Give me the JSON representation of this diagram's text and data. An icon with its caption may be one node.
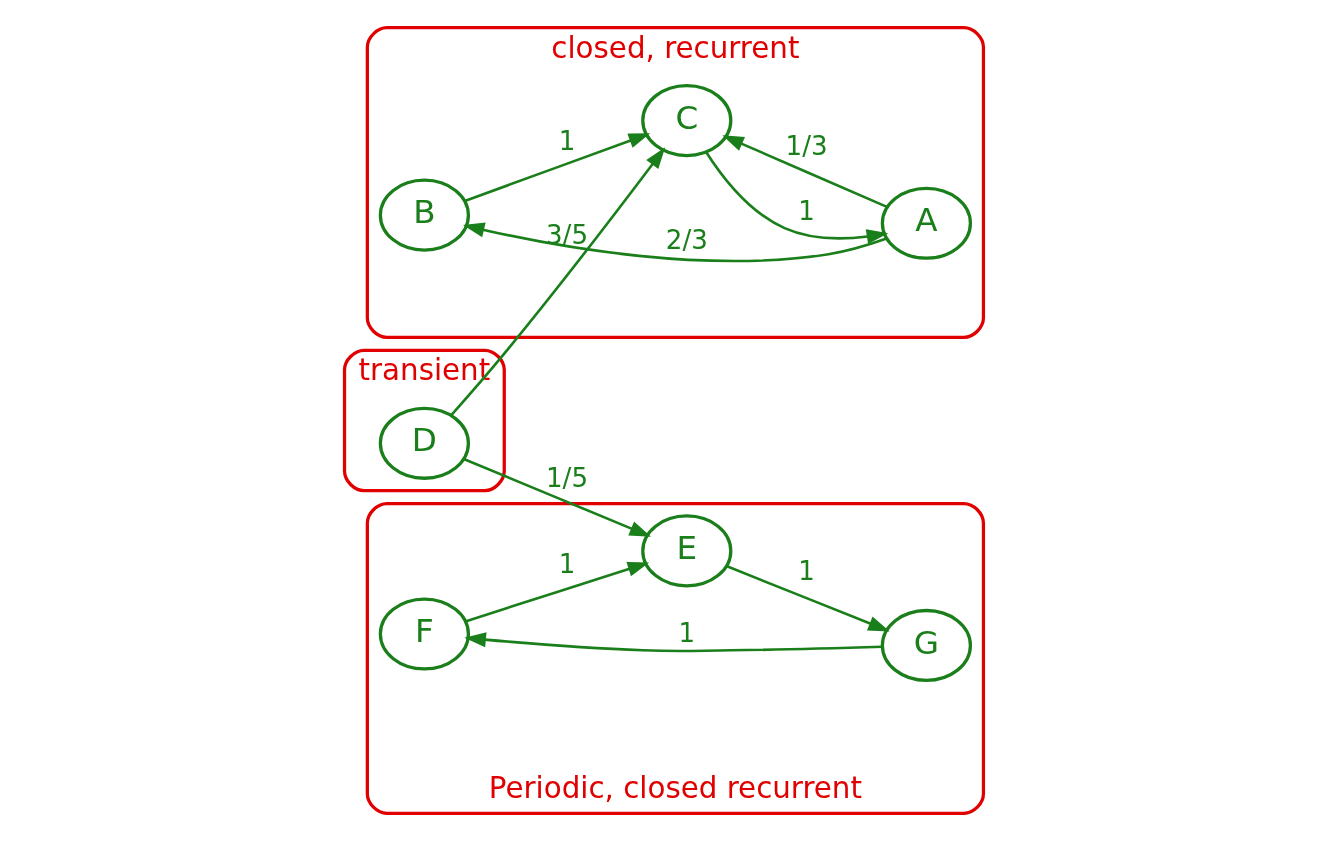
{
  "diagram": {
    "nodes": [
      {
        "text": [
          "closed, recurrent"
        ]
      },
      {
        "text": [
          "B"
        ],
        "in": 0
      },
      {
        "text": [
          "A"
        ],
        "in": 0
      },
      {
        "text": [
          "C"
        ],
        "in": 0
      },
      {
        "text": [
          "transient"
        ]
      },
      {
        "text": [
          "D"
        ],
        "in": 4
      },
      {
        "text": [
          "Periodic, closed recurrent"
        ]
      },
      {
        "text": [
          "F"
        ],
        "in": 6
      },
      {
        "text": [
          "E"
        ],
        "in": 6
      },
      {
        "text": [
          "G"
        ],
        "in": 6
      }
    ],
    "edges": [
      {
        "from": 2,
        "to": 1,
        "arrow": "to",
        "label": "2/3"
      },
      {
        "from": 1,
        "to": 3,
        "arrow": "to",
        "label": "1"
      },
      {
        "from": 2,
        "to": 3,
        "arrow": "to",
        "label": "1/3"
      },
      {
        "from": 3,
        "to": 2,
        "arrow": "to",
        "label": "1"
      },
      {
        "from": 5,
        "to": 3,
        "arrow": "to",
        "label": "3/5"
      },
      {
        "from": 5,
        "to": 8,
        "arrow": "to",
        "label": "1/5"
      },
      {
        "from": 7,
        "to": 8,
        "arrow": "to",
        "label": "1"
      },
      {
        "from": 9,
        "to": 7,
        "arrow": "to",
        "label": "1"
      },
      {
        "from": 8,
        "to": 9,
        "arrow": "to",
        "label": "1"
      }
    ]
  }
}
